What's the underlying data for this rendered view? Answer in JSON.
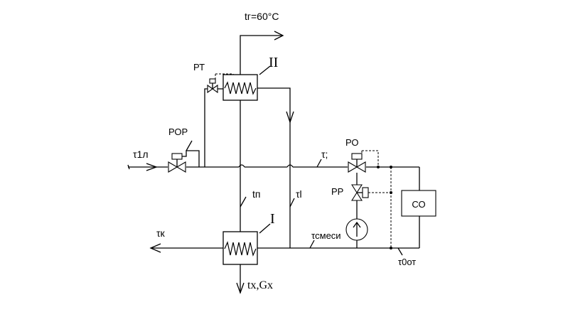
{
  "labels": {
    "t_hot": "tг=60°C",
    "heater_upper_numeral": "II",
    "heater_lower_numeral": "I",
    "rt": "РТ",
    "ror": "РОР",
    "ro": "РО",
    "rr": "РР",
    "co": "СО",
    "tau_1l": "τ1л",
    "tau_semicolon": "τ;",
    "t_p": "tп",
    "tau_l": "τl",
    "tau_k": "τк",
    "tau_mix": "τсмеси",
    "tau_0ot": "τ0от",
    "t_x_gx": "tх,Gх"
  }
}
